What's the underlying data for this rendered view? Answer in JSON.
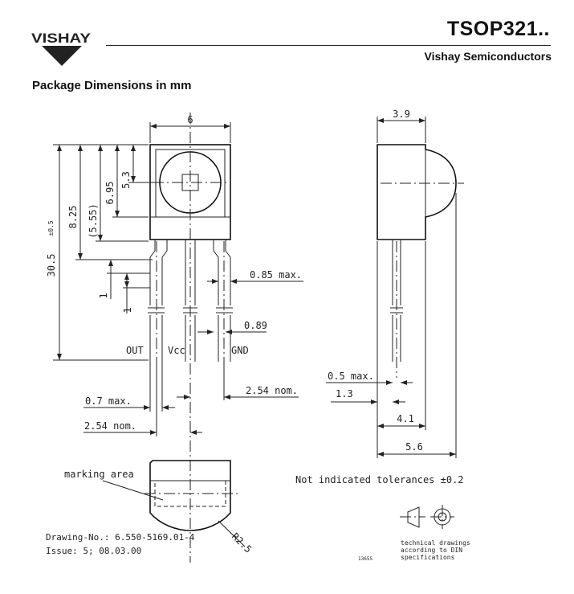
{
  "header": {
    "brand": "VISHAY",
    "title": "TSOP321..",
    "subtitle": "Vishay Semiconductors",
    "section_title": "Package Dimensions in mm"
  },
  "front_view": {
    "dim_width": "6",
    "dim_total_length": "30.5",
    "dim_total_tol": "±0.5",
    "dim_body": "8.25",
    "dim_body_ref": "(5.55)",
    "dim_lens_center": "6.95",
    "dim_lens_offset": "5.3",
    "dim_small_1": "1",
    "dim_small_2": "1",
    "dim_lead_max": "0.85  max.",
    "dim_lead": "0.89",
    "pin_out": "OUT",
    "pin_vcc": "Vcc",
    "pin_gnd": "GND",
    "dim_pitch": "2.54  nom.",
    "dim_lead_width": "0.7  max.",
    "dim_pitch_2": "2.54  nom."
  },
  "side_view": {
    "dim_top": "3.9",
    "dim_lead_thickness": "0.5  max.",
    "dim_offset": "1.3",
    "dim_4_1": "4.1",
    "dim_5_6": "5.6"
  },
  "bottom_view": {
    "marking_label": "marking  area",
    "radius": "R2.5"
  },
  "notes": {
    "tolerance": "Not  indicated  tolerances  ±0.2",
    "drawing_no": "Drawing-No.: 6.550-5169.01-4",
    "issue": "Issue: 5; 08.03.00",
    "tech_line1": "technical  drawings",
    "tech_line2": "according  to  DIN",
    "tech_line3": "specifications",
    "code": "13655"
  }
}
